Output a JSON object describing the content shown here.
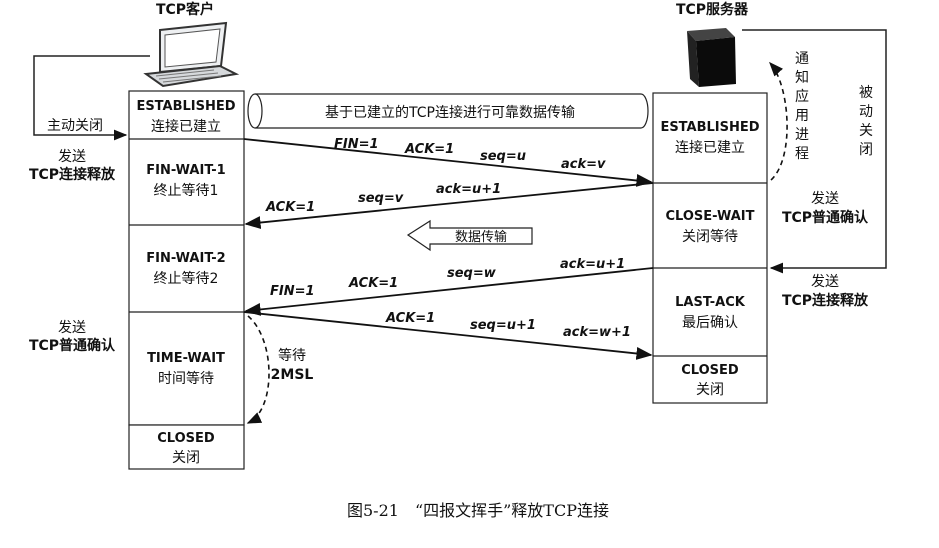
{
  "client": {
    "title": "TCP客户",
    "icon": "laptop-icon"
  },
  "server": {
    "title": "TCP服务器",
    "icon": "server-icon"
  },
  "client_states": [
    {
      "en": "ESTABLISHED",
      "zh": "连接已建立"
    },
    {
      "en": "FIN-WAIT-1",
      "zh": "终止等待1"
    },
    {
      "en": "FIN-WAIT-2",
      "zh": "终止等待2"
    },
    {
      "en": "TIME-WAIT",
      "zh": "时间等待"
    },
    {
      "en": "CLOSED",
      "zh": "关闭"
    }
  ],
  "server_states": [
    {
      "en": "ESTABLISHED",
      "zh": "连接已建立"
    },
    {
      "en": "CLOSE-WAIT",
      "zh": "关闭等待"
    },
    {
      "en": "LAST-ACK",
      "zh": "最后确认"
    },
    {
      "en": "CLOSED",
      "zh": "关闭"
    }
  ],
  "banner": "基于已建立的TCP连接进行可靠数据传输",
  "data_transfer": "数据传输",
  "segments": {
    "s1": [
      "FIN=1",
      "ACK=1",
      "seq=u",
      "ack=v"
    ],
    "s2": [
      "ACK=1",
      "seq=v",
      "ack=u+1"
    ],
    "s3": [
      "FIN=1",
      "ACK=1",
      "seq=w",
      "ack=u+1"
    ],
    "s4": [
      "ACK=1",
      "seq=u+1",
      "ack=w+1"
    ]
  },
  "left_labels": {
    "active_close": "主动关闭",
    "send_release": [
      "发送",
      "TCP连接释放"
    ],
    "send_ack": [
      "发送",
      "TCP普通确认"
    ]
  },
  "right_labels": {
    "notify_app": [
      "通",
      "知",
      "应",
      "用",
      "进",
      "程"
    ],
    "passive_close": [
      "被",
      "动",
      "关",
      "闭"
    ],
    "send_ack": [
      "发送",
      "TCP普通确认"
    ],
    "send_release": [
      "发送",
      "TCP连接释放"
    ]
  },
  "wait_label": [
    "等待",
    "2MSL"
  ],
  "caption": "图5-21　“四报文挥手”释放TCP连接"
}
